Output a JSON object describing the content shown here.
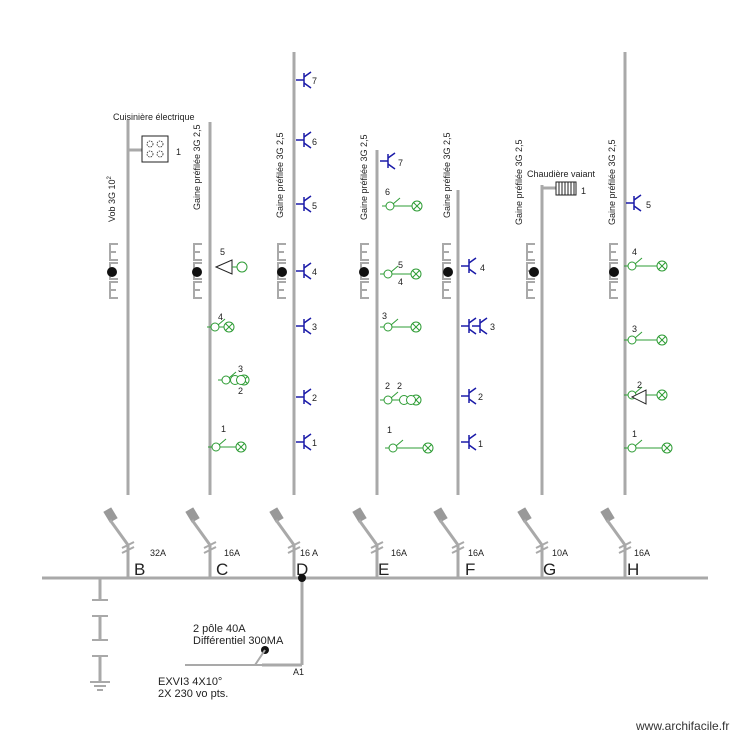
{
  "watermark": "www.archifacile.fr",
  "main_note": {
    "line1": "2 pôle 40A",
    "line2": "Différentiel 300MA",
    "cable1": "EXVI3 4X10°",
    "cable2": "2X 230 vo pts.",
    "a1": "A1"
  },
  "circuits": [
    {
      "id": "B",
      "rating": "32A",
      "cable": "Vob 3G 10",
      "sup": "2",
      "device": "Cuisinière électrique",
      "device_num": "1"
    },
    {
      "id": "C",
      "rating": "16A",
      "cable": "Gaine préfilée 3G 2,5"
    },
    {
      "id": "D",
      "rating": "16 A",
      "cable": "Gaine préfilée 3G 2,5"
    },
    {
      "id": "E",
      "rating": "16A",
      "cable": "Gaine préfilée 3G 2,5"
    },
    {
      "id": "F",
      "rating": "16A",
      "cable": "Gaine préfilée 3G 2,5"
    },
    {
      "id": "G",
      "rating": "10A",
      "cable": "Gaine préfilée 3G 2,5",
      "device": "Chaudière vaiant",
      "device_num": "1"
    },
    {
      "id": "H",
      "rating": "16A",
      "cable": "Gaine préfilée 3G 2,5"
    }
  ],
  "colors": {
    "line": "#a9a9a9",
    "outlet": "#1a1aa8",
    "light": "#2e9c35",
    "dot": "#111111"
  }
}
